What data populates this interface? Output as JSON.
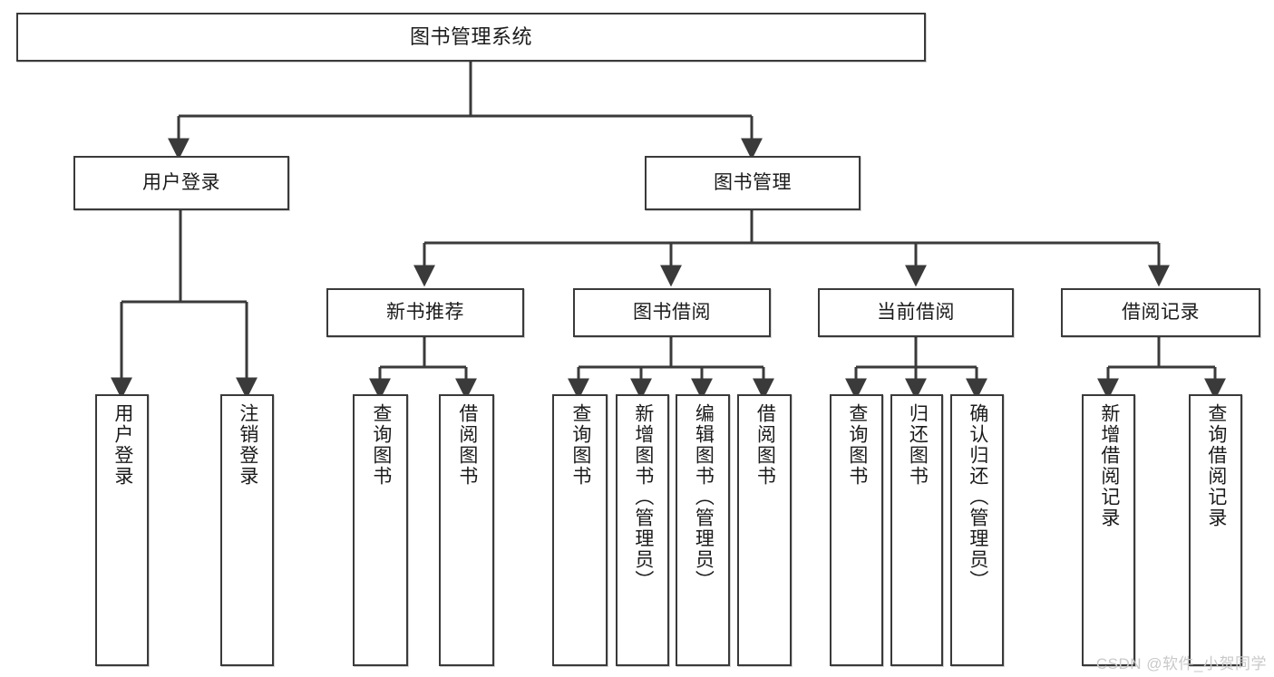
{
  "diagram": {
    "title": "图书管理系统",
    "type": "hierarchy-tree",
    "watermark": "CSDN @软件_小贺同学",
    "colors": {
      "stroke": "#3a3a3a",
      "fill": "#ffffff",
      "text": "#1b1b1b",
      "watermark": "#c9c9c9"
    },
    "levels": [
      {
        "level": 0,
        "nodes": [
          {
            "id": "root",
            "label": "图书管理系统"
          }
        ]
      },
      {
        "level": 1,
        "nodes": [
          {
            "id": "login",
            "label": "用户登录",
            "parent": "root"
          },
          {
            "id": "bookmgmt",
            "label": "图书管理",
            "parent": "root"
          }
        ]
      },
      {
        "level": 2,
        "nodes": [
          {
            "id": "newbook",
            "label": "新书推荐",
            "parent": "bookmgmt"
          },
          {
            "id": "borrow",
            "label": "图书借阅",
            "parent": "bookmgmt"
          },
          {
            "id": "current",
            "label": "当前借阅",
            "parent": "bookmgmt"
          },
          {
            "id": "records",
            "label": "借阅记录",
            "parent": "bookmgmt"
          }
        ]
      },
      {
        "level": 3,
        "nodes": [
          {
            "id": "leaf-user-login",
            "label": "用户登录",
            "parent": "login"
          },
          {
            "id": "leaf-user-logout",
            "label": "注销登录",
            "parent": "login"
          },
          {
            "id": "leaf-new-query",
            "label": "查询图书",
            "parent": "newbook"
          },
          {
            "id": "leaf-new-borrow",
            "label": "借阅图书",
            "parent": "newbook"
          },
          {
            "id": "leaf-borrow-query",
            "label": "查询图书",
            "parent": "borrow"
          },
          {
            "id": "leaf-borrow-add",
            "label": "新增图书（管理员）",
            "parent": "borrow"
          },
          {
            "id": "leaf-borrow-edit",
            "label": "编辑图书（管理员）",
            "parent": "borrow"
          },
          {
            "id": "leaf-borrow-lend",
            "label": "借阅图书",
            "parent": "borrow"
          },
          {
            "id": "leaf-current-query",
            "label": "查询图书",
            "parent": "current"
          },
          {
            "id": "leaf-current-return",
            "label": "归还图书",
            "parent": "current"
          },
          {
            "id": "leaf-current-confirm",
            "label": "确认归还（管理员）",
            "parent": "current"
          },
          {
            "id": "leaf-record-add",
            "label": "新增借阅记录",
            "parent": "records"
          },
          {
            "id": "leaf-record-query",
            "label": "查询借阅记录",
            "parent": "records"
          }
        ]
      }
    ]
  }
}
